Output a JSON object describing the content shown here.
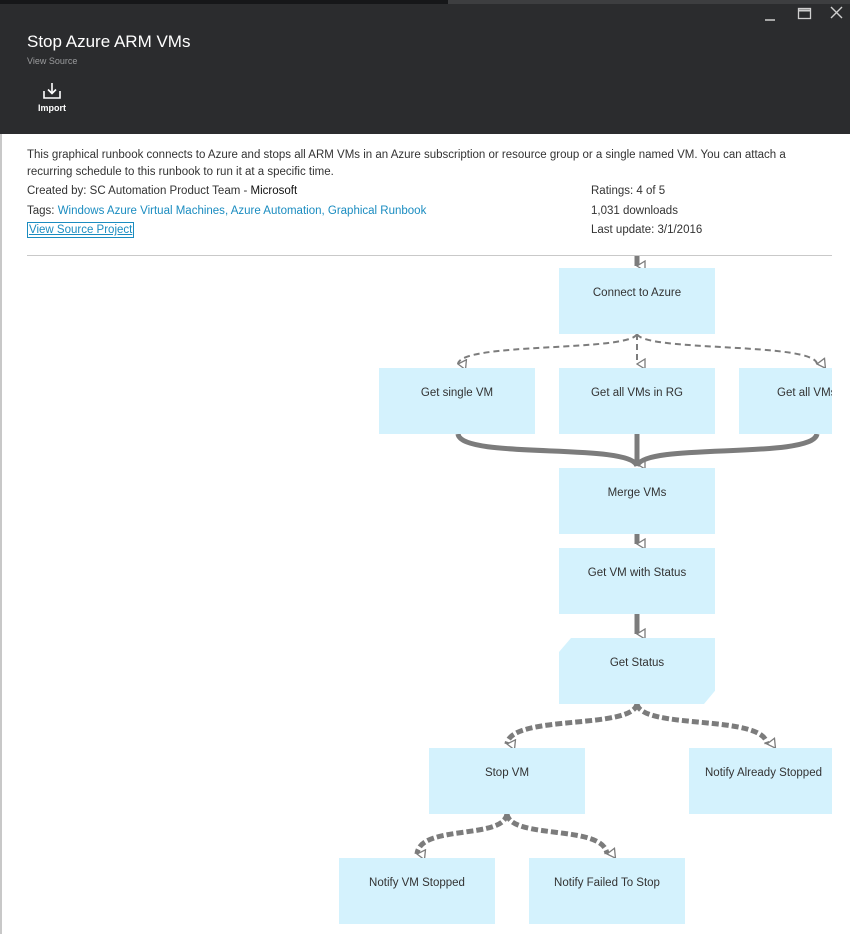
{
  "window": {
    "title": "Stop Azure ARM VMs",
    "subtitle": "View Source",
    "controls": [
      "minimize-icon",
      "maximize-icon",
      "close-icon"
    ]
  },
  "toolbar": {
    "import_label": "Import",
    "import_icon": "download-icon"
  },
  "description": "This graphical runbook connects to Azure and stops all ARM VMs in an Azure subscription or resource group or a single named VM. You can attach a recurring schedule to this runbook to run it at a specific time.",
  "meta": {
    "created_by_label": "Created by: SC Automation Product Team - ",
    "created_by_org": "Microsoft",
    "tags_label": "Tags: ",
    "tags": [
      "Windows Azure Virtual Machines",
      "Azure Automation",
      "Graphical Runbook"
    ],
    "tag_separator": ", ",
    "view_source_project": "View Source Project",
    "ratings": "Ratings: 4 of 5",
    "downloads": "1,031 downloads",
    "last_update": "Last update: 3/1/2016"
  },
  "diagram": {
    "node_color": "#d4f2fd",
    "link_color": "#7c7c7c",
    "nodes": {
      "connect": "Connect to Azure",
      "get_single_vm": "Get single VM",
      "get_all_vms_rg": "Get all VMs in RG",
      "get_all_vms": "Get all VMs",
      "merge": "Merge VMs",
      "get_vm_status": "Get VM with Status",
      "get_status": "Get Status",
      "stop_vm": "Stop VM",
      "notify_already": "Notify Already Stopped",
      "notify_stopped": "Notify VM Stopped",
      "notify_failed": "Notify Failed To Stop"
    }
  }
}
